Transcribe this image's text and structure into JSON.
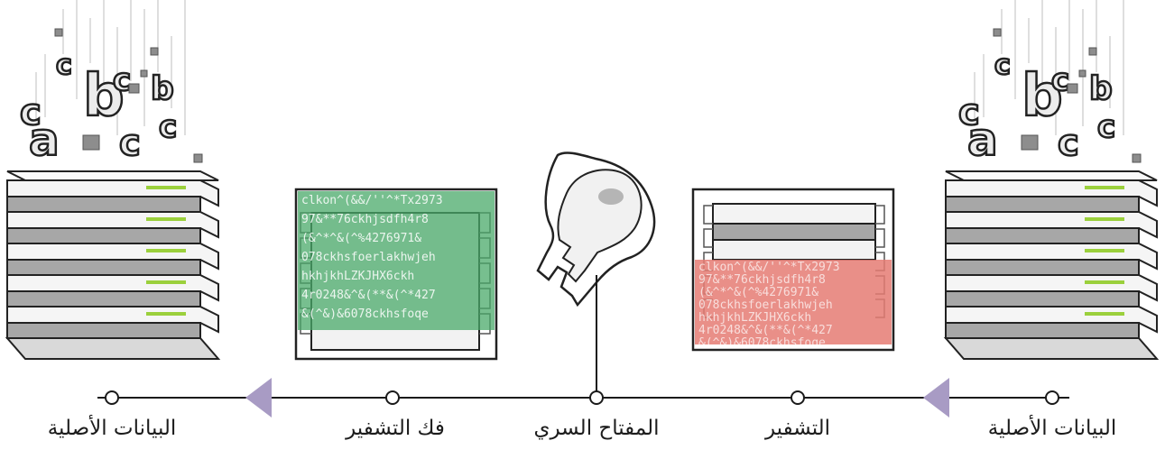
{
  "stages": [
    {
      "id": "original-left",
      "label": "البيانات الأصلية"
    },
    {
      "id": "decryption",
      "label": "فك التشفير"
    },
    {
      "id": "secret-key",
      "label": "المفتاح السري"
    },
    {
      "id": "encryption",
      "label": "التشفير"
    },
    {
      "id": "original-right",
      "label": "البيانات الأصلية"
    }
  ],
  "letters": [
    "a",
    "b",
    "c"
  ],
  "colors": {
    "line": "#1a1a1a",
    "arrow": "#a89bc4",
    "encrypted_fill": "#e57b73",
    "decrypted_fill": "#49a96a",
    "led": "#9bd03c",
    "tray_light": "#f5f5f5",
    "tray_dark": "#a7a7a7"
  },
  "cipher_lines": [
    "clkon^(&&/''^*Tx2973",
    "97&**76ckhjsdfh4r8",
    "(&^*^&(^%4276971&",
    "078ckhsfoerlakhwjeh",
    "hkhjkhLZKJHX6ckh",
    "4r0248&^&(**&(^*427",
    "&(^&)&6078ckhsfoqe"
  ]
}
